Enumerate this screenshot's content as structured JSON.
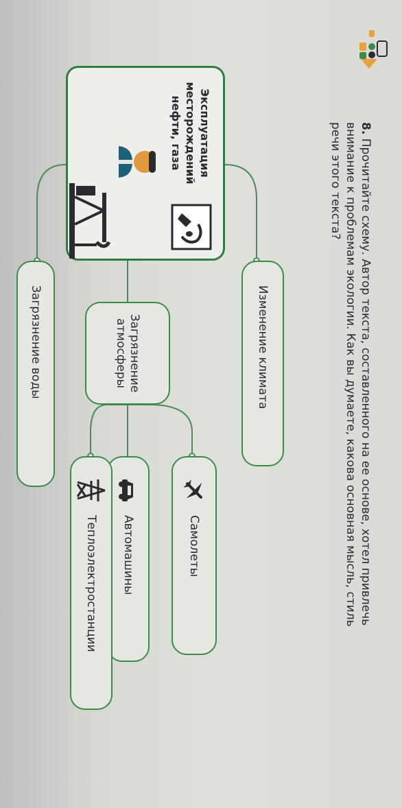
{
  "task": {
    "number": "8.",
    "line1": "Прочитайте схему. Автор текста, составленного на ее основе, хотел привлечь",
    "line2": "внимание к проблемам экологии. Как вы думаете, какова основная мысль, стиль",
    "line3": "речи этого текста?"
  },
  "diagram": {
    "main": "Эксплуатация месторождений нефти, газа",
    "climate": "Изменение климата",
    "atmosphere": "Загрязнение атмосферы",
    "water": "Загрязнение воды",
    "planes": "Самолеты",
    "cars": "Автомашины",
    "power": "Теплоэлектростанции"
  },
  "colors": {
    "accent": "#3c8a4a",
    "text": "#2b2b2f"
  },
  "icons": [
    "task-badge-icon",
    "oil-drop-icon",
    "worker-icon",
    "oil-pump-icon",
    "airplane-icon",
    "car-icon",
    "power-tower-icon"
  ]
}
